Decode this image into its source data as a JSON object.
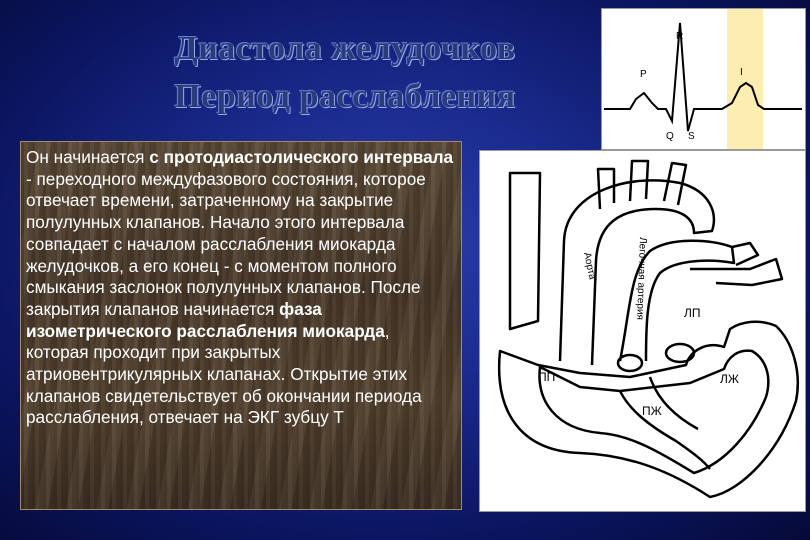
{
  "title": {
    "line1": "Диастола желудочков",
    "line2": "Период расслабления"
  },
  "body": {
    "s1": "Он начинается ",
    "s2": "с протодиастолического интервала",
    "s3": " - переходного междуфазового состояния, которое отвечает времени, затраченному на закрытие полулунных клапанов. Начало этого интервала совпадает с началом расслабления миокарда желудочков, а его конец - с моментом полного смыкания заслонок полулунных клапанов. После закрытия клапанов начинается ",
    "s4": "фаза изометрического расслабления миокарда",
    "s5": ", которая проходит при закрытых атриовентрикулярных клапанах. Открытие этих клапанов свидетельствует об окончании периода расслабления, отвечает на ЭКГ зубцу Т"
  },
  "ecg": {
    "labels": {
      "p": "P",
      "r": "R",
      "t": "I",
      "q": "Q",
      "s": "S"
    },
    "highlight_color": "#fbeeb0"
  },
  "heart": {
    "labels": {
      "aorta": "Аорта",
      "pulmonary": "Легочная артерия",
      "lp": "ЛП",
      "pp": "ПП",
      "lzh": "ЛЖ",
      "pzh": "ПЖ"
    }
  }
}
